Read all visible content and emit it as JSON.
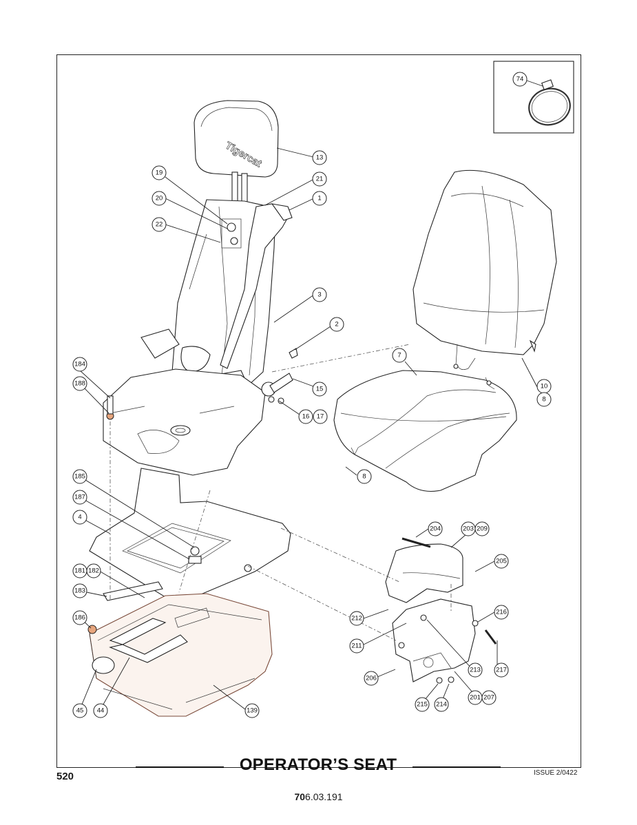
{
  "title": "OPERATOR’S SEAT",
  "page_number": "520",
  "issue": "ISSUE 2/0422",
  "doc_number_bold": "70",
  "doc_number_rest": "6.03.191",
  "headrest_brand": "Tigercat",
  "callouts": [
    "74",
    "13",
    "21",
    "1",
    "19",
    "20",
    "22",
    "3",
    "2",
    "15",
    "16",
    "17",
    "184",
    "188",
    "7",
    "10",
    "8",
    "185",
    "187",
    "4",
    "181",
    "182",
    "183",
    "186",
    "45",
    "44",
    "139",
    "204",
    "203",
    "209",
    "205",
    "212",
    "211",
    "216",
    "217",
    "213",
    "206",
    "215",
    "214",
    "201",
    "207"
  ]
}
